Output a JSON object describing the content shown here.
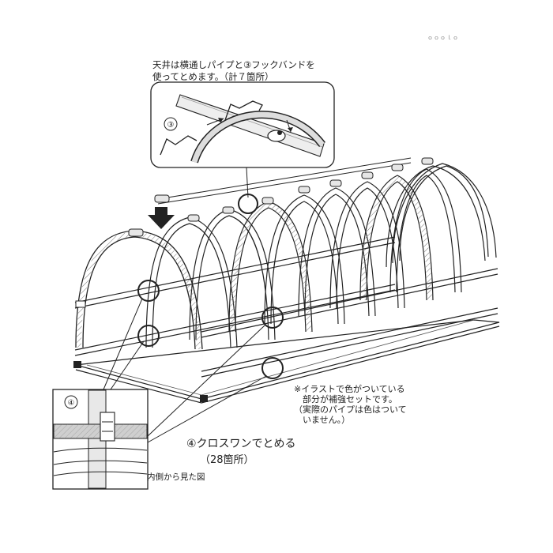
{
  "notes": {
    "top_line1": "天井は横通しパイプと③フックバンドを",
    "top_line2": "使ってとめます。（計７箇所）",
    "side_line1": "※イラストで色がついている",
    "side_line2": "　部分が補強セットです。",
    "side_line3": "（実際のパイプは色はついて",
    "side_line4": "　いません。）"
  },
  "callouts": {
    "hook_number": "③",
    "crosswan_number": "④",
    "crosswan_label": "④クロスワンでとめる",
    "crosswan_count": "（28箇所）",
    "inside_view": "内側から見た図"
  },
  "stamp": "ｏｏｏｌｏ"
}
